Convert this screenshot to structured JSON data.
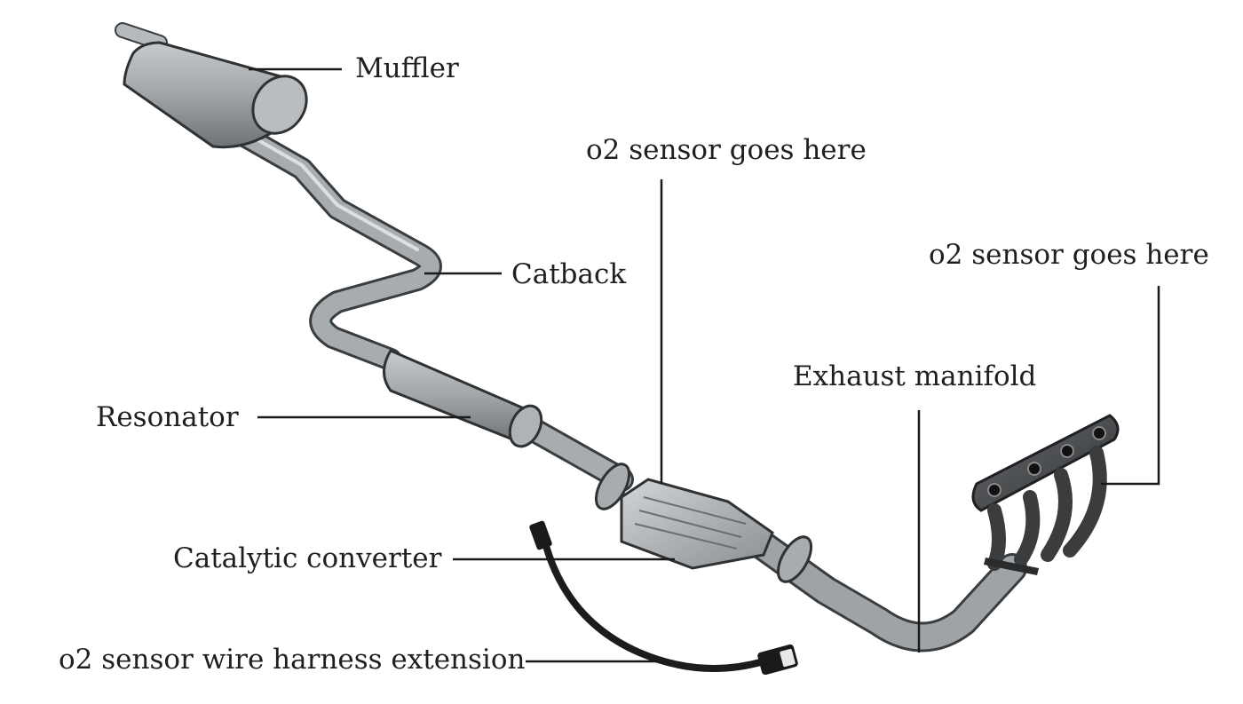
{
  "labels": {
    "muffler": "Muffler",
    "o2_sensor_center": "o2 sensor goes here",
    "o2_sensor_right": "o2 sensor goes here",
    "catback": "Catback",
    "resonator": "Resonator",
    "exhaust_manifold": "Exhaust manifold",
    "catalytic_converter": "Catalytic converter",
    "wire_harness": "o2 sensor wire harness extension"
  },
  "colors": {
    "label_text": "#1f1f1f",
    "leader_line": "#1a1a1a",
    "pipe_fill": "#9ea3a6",
    "pipe_edge": "#3a3d40",
    "harness": "#1c1c1c",
    "manifold_dark": "#4a4c4e"
  }
}
